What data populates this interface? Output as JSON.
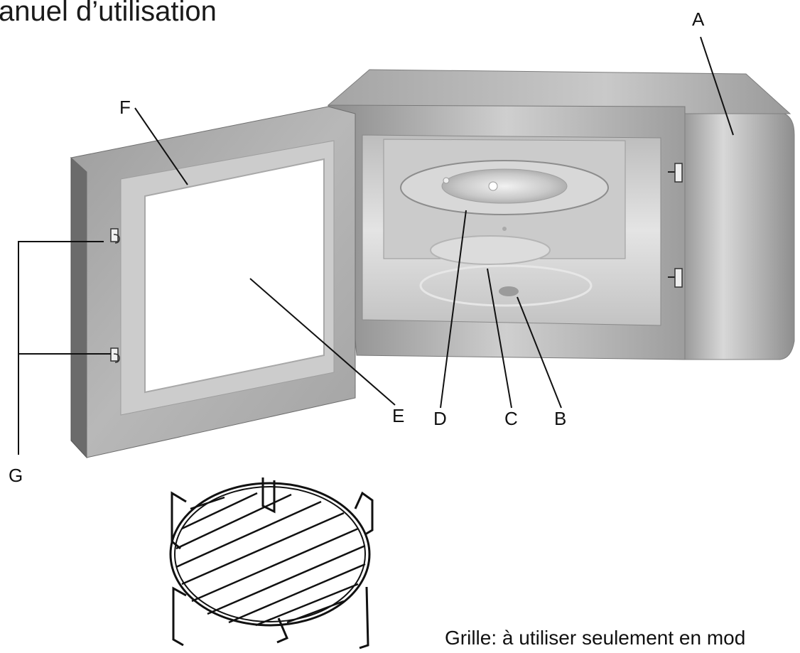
{
  "page": {
    "title": "anuel d’utilisation",
    "caption": "Grille: à utiliser seulement en mod"
  },
  "labels": {
    "A": "A",
    "B": "B",
    "C": "C",
    "D": "D",
    "E": "E",
    "F": "F",
    "G": "G"
  },
  "colors": {
    "door_edge": "#6e6e6e",
    "door_face": "#a9a9a9",
    "window": "#ffffff",
    "body_top": "#b5b5b5",
    "cavity": "#cfcfcf",
    "panel": "#c2c2c2",
    "line": "#111111"
  }
}
